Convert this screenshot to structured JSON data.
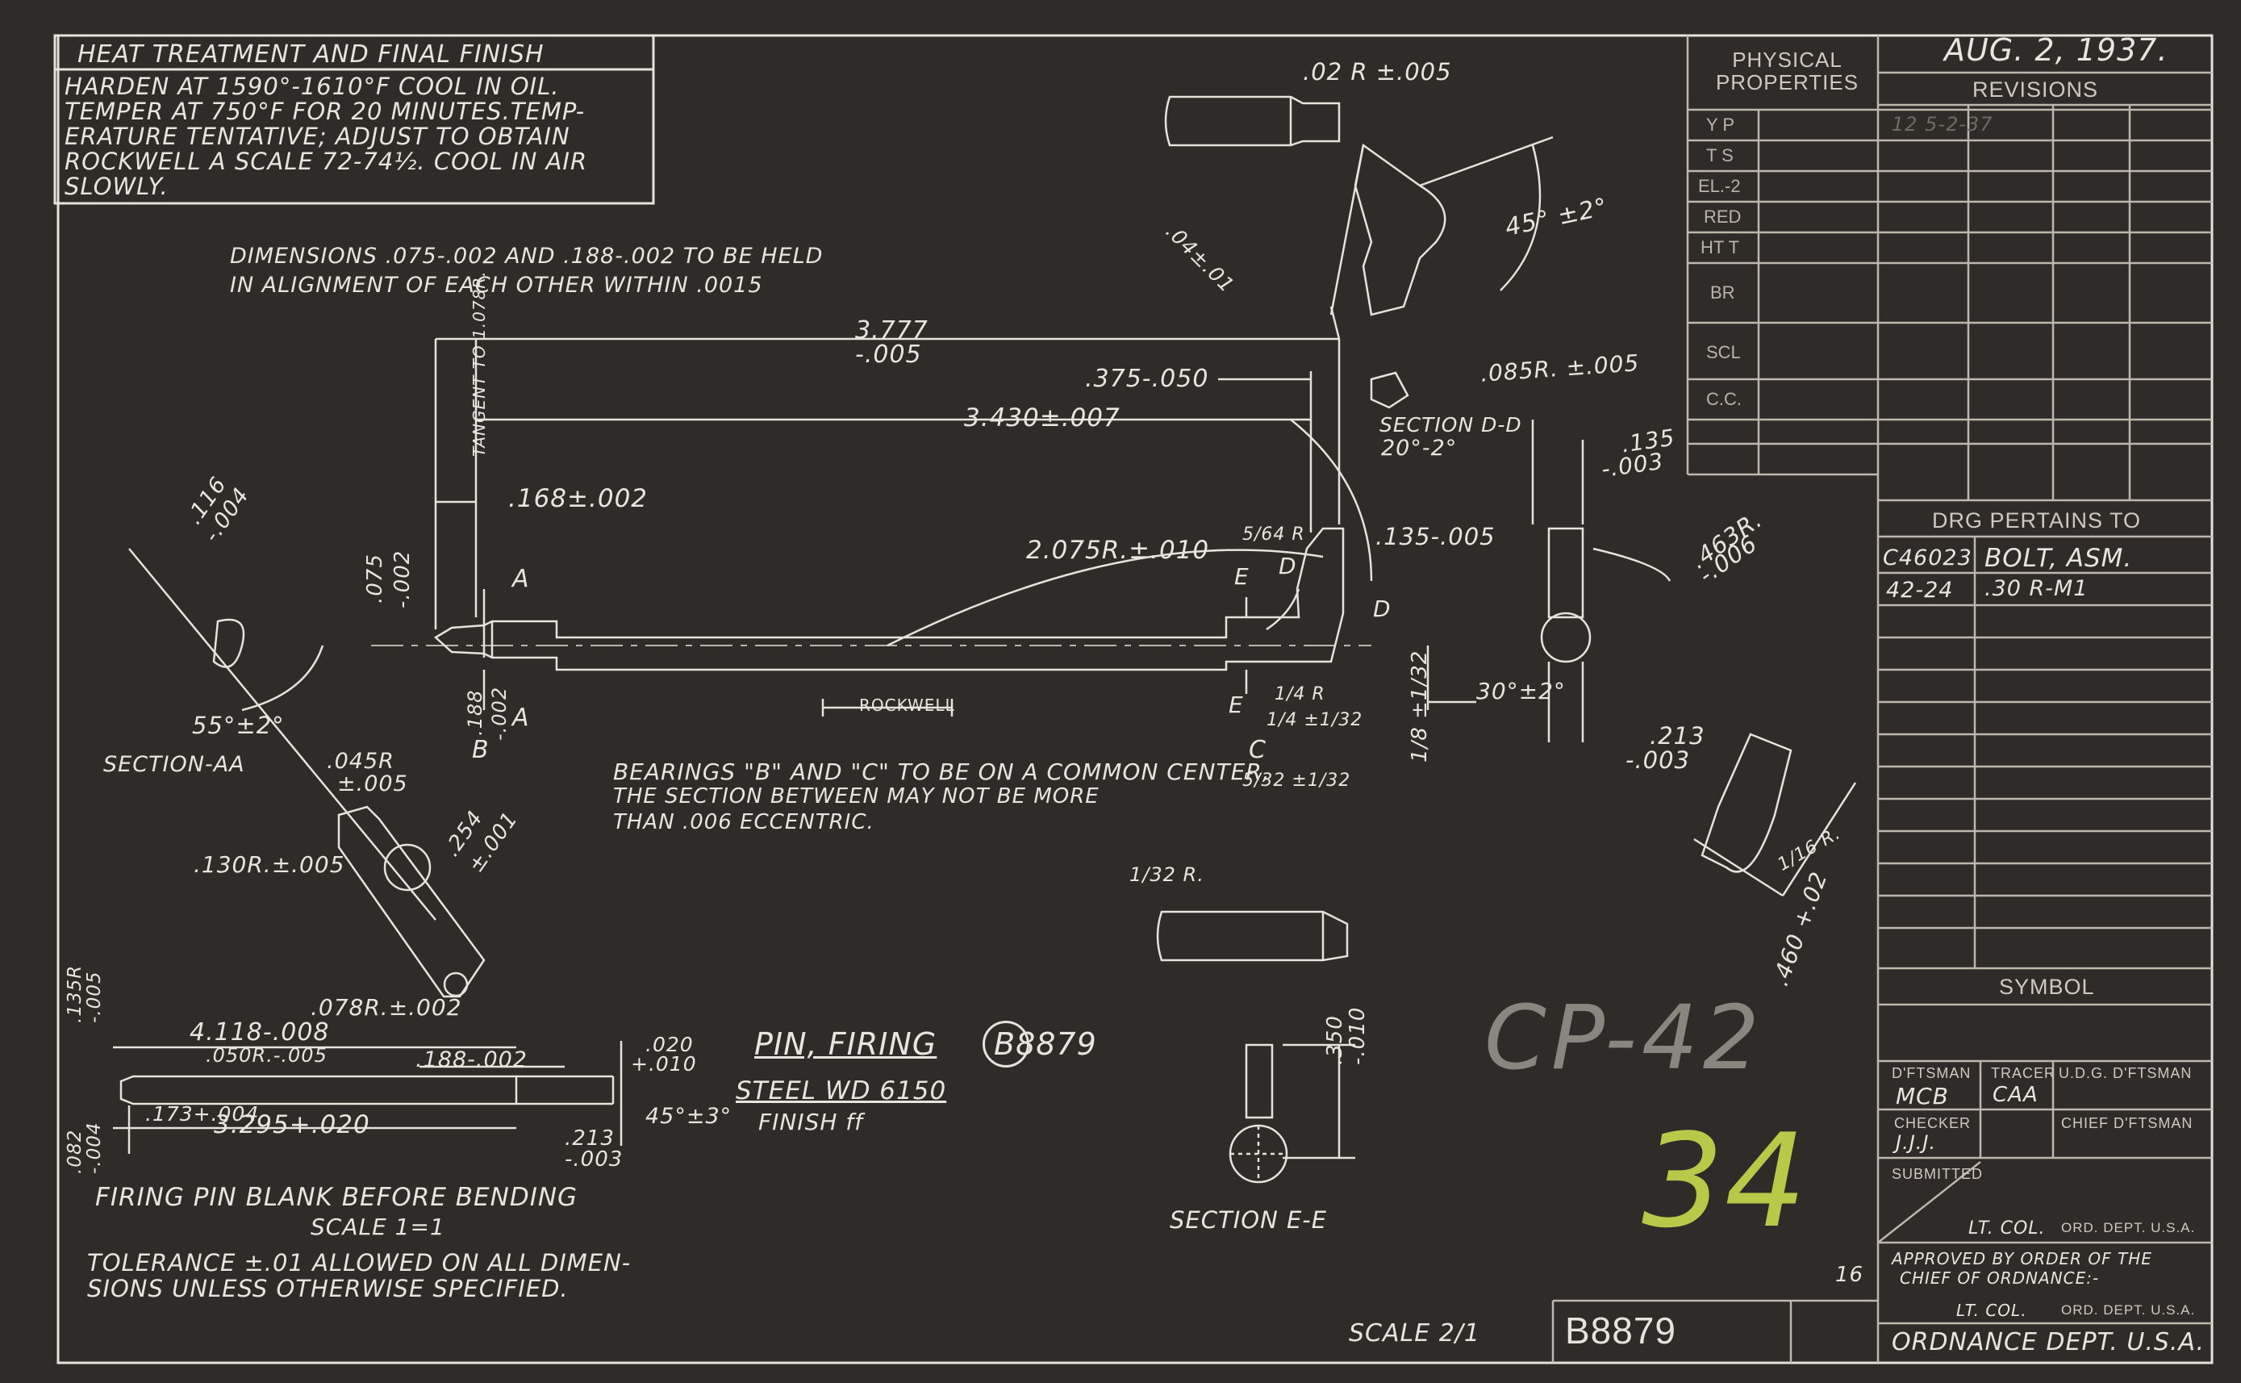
{
  "heat_treatment": {
    "title": "HEAT TREATMENT AND FINAL FINISH",
    "lines": [
      "HARDEN AT 1590°-1610°F COOL IN OIL.",
      "TEMPER AT 750°F FOR 20 MINUTES.TEMP-",
      "ERATURE TENTATIVE; ADJUST TO OBTAIN",
      "ROCKWELL A SCALE 72-74½. COOL IN AIR",
      "SLOWLY."
    ]
  },
  "alignment_note": [
    "DIMENSIONS .075-.002 AND .188-.002 TO BE HELD",
    "IN ALIGNMENT OF EACH OTHER WITHIN .0015"
  ],
  "bearings_note": [
    "BEARINGS \"B\" AND \"C\" TO BE ON A COMMON CENTER,",
    "THE SECTION BETWEEN MAY NOT BE MORE",
    "THAN .006 ECCENTRIC."
  ],
  "dimensions": {
    "d_3777": "3.777",
    "d_3777_tol": "-.005",
    "d_3430": "3.430±.007",
    "d_375": ".375-.050",
    "d_085r": ".085R. ±.005",
    "section_dd": "SECTION D-D",
    "section_dd_angle": "20°-2°",
    "d_135": ".135",
    "d_135_tol": "-.003",
    "d_02r": ".02 R ±.005",
    "d_04": ".04±.01",
    "angle_45": "45° ±2°",
    "tangent": "TANGENT TO 1.078R.",
    "d_168": ".168±.002",
    "d_116": ".116",
    "d_116_tol": "-.004",
    "d_075": ".075",
    "d_075_tol": "-.002",
    "d_2075r": "2.075R.±.010",
    "d_135_005": ".135-.005",
    "d_463r": ".463R.",
    "d_463r_tol": "-.006",
    "d_5_64r": "5/64 R",
    "d_188": ".188",
    "d_188_tol": "-.002",
    "angle_30": "30°±2°",
    "d_213": ".213",
    "d_213_tol": "-.003",
    "d_1_8": "1/8 ±1/32",
    "d_1_4r": "1/4 R",
    "d_1_4": "1/4 ±1/32",
    "d_5_32": "5/32 ±1/32",
    "d_1_16r": "1/16 R.",
    "d_460": ".460 +.02",
    "angle_55": "55°±2°",
    "section_aa": "SECTION-AA",
    "d_045r": ".045R",
    "d_045r_tol": "±.005",
    "d_130r": ".130R.±.005",
    "d_254": ".254",
    "d_254_tol": "±.001",
    "d_078r": ".078R.±.002",
    "rockwell": "ROCKWELL",
    "d_1_32r": "1/32 R.",
    "d_350": ".350",
    "d_350_tol": "-.010",
    "section_ee": "SECTION E-E",
    "letter_a": "A",
    "letter_b": "B",
    "letter_c": "C",
    "letter_d": "D",
    "letter_e": "E",
    "scale": "SCALE 2/1",
    "sheet_no": "16"
  },
  "blank": {
    "d_4118": "4.118-.008",
    "d_050r": ".050R.-.005",
    "d_188": ".188-.002",
    "d_020": ".020",
    "d_020_tol": "+.010",
    "d_135r": ".135R",
    "d_135r_tol": "-.005",
    "d_173": ".173+.004",
    "d_3295": "3.295+.020",
    "angle_45": "45°±3°",
    "d_213": ".213",
    "d_213_tol": "-.003",
    "d_082": ".082",
    "d_082_tol": "-.004",
    "caption": "FIRING PIN BLANK BEFORE BENDING",
    "scale": "SCALE 1=1"
  },
  "tolerance_note": [
    "TOLERANCE ±.01 ALLOWED ON ALL DIMEN-",
    "SIONS UNLESS OTHERWISE SPECIFIED."
  ],
  "part": {
    "name": "PIN, FIRING",
    "number": "B8879",
    "material": "STEEL WD 6150",
    "finish": "FINISH ff"
  },
  "stamp": {
    "cp": "CP-42",
    "number": "34"
  },
  "title_block": {
    "date": "AUG. 2, 1937.",
    "revisions_header": "REVISIONS",
    "revision_entry": "12   5-2-37",
    "physical_properties": "PHYSICAL PROPERTIES",
    "property_rows": [
      "Y P",
      "T S",
      "EL.-2",
      "RED",
      "HT T",
      "BR",
      "SCL",
      "C.C."
    ],
    "pertains_header": "DRG PERTAINS TO",
    "pertains": [
      {
        "number": "C46023",
        "desc": "BOLT, ASM."
      },
      {
        "number": "42-24",
        "desc": ".30 R-M1"
      }
    ],
    "symbol_header": "SYMBOL",
    "dftsman_label": "D'FTSMAN",
    "dftsman_value": "MCB",
    "tracer_label": "TRACER",
    "tracer_value": "CAA",
    "udg_label": "U.D.G. D'FTSMAN",
    "checker_label": "CHECKER",
    "checker_value": "J.J.J.",
    "chief_label": "CHIEF D'FTSMAN",
    "submitted_label": "SUBMITTED",
    "ltcol_1": "LT. COL.",
    "ordept_1": "ORD. DEPT. U.S.A.",
    "approved_line1": "APPROVED BY ORDER OF THE",
    "approved_line2": "CHIEF OF ORDNANCE:-",
    "ltcol_2": "LT. COL.",
    "ordept_2": "ORD. DEPT. U.S.A.",
    "footer": "ORDNANCE DEPT. U.S.A.",
    "drawing_number": "B8879"
  },
  "colors": {
    "paper": "#2e2b28",
    "ink": "#e6e3dc",
    "grid": "#bdb8ae",
    "stamp_gray": "#9a968f",
    "stamp_green": "#b8c94a"
  }
}
